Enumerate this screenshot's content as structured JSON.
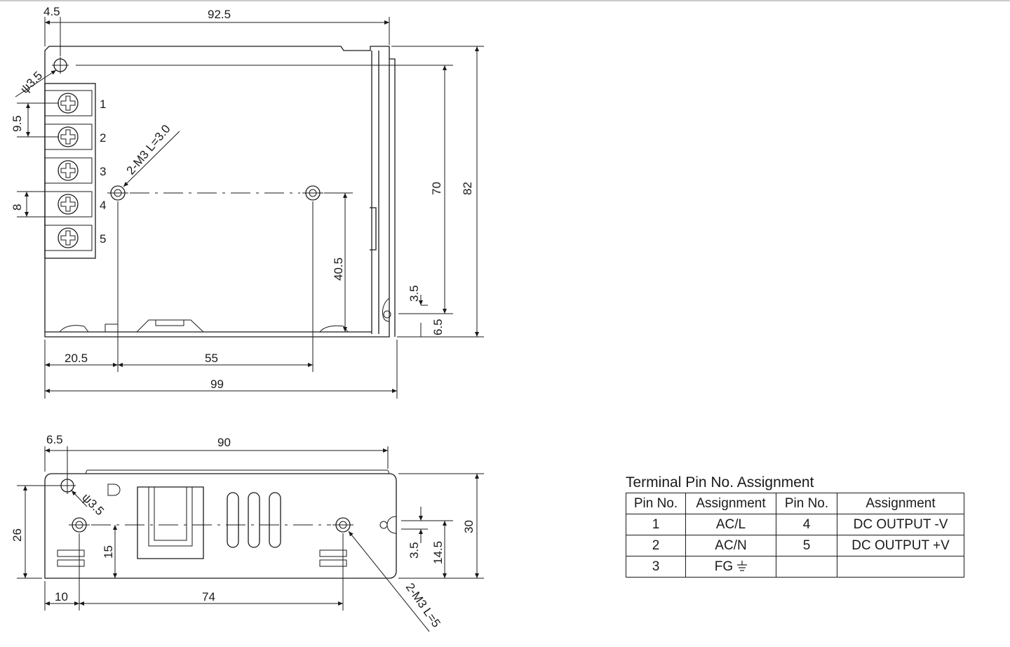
{
  "top_view": {
    "dims": {
      "left_offset": "4.5",
      "width_top": "92.5",
      "hole_dia": "ψ3.5",
      "pitch": "9.5",
      "terminal_h": "8",
      "screw_label": "2-M3 L=3.0",
      "height_mount": "70",
      "height_total": "82",
      "mount_h": "40.5",
      "right_small_a": "3.5",
      "right_small_b": "6.5",
      "left_mount": "20.5",
      "mount_span": "55",
      "total_width": "99"
    },
    "terminals": [
      "1",
      "2",
      "3",
      "4",
      "5"
    ]
  },
  "side_view": {
    "dims": {
      "left_offset": "6.5",
      "width_top": "90",
      "hole_dia": "ψ3.5",
      "height_left": "26",
      "mount_h": "15",
      "right_small": "3.5",
      "right_mid": "14.5",
      "height_total": "30",
      "left_mount": "10",
      "mount_span": "74",
      "screw_label": "2-M3 L=5"
    }
  },
  "pin_table": {
    "title": "Terminal Pin No.  Assignment",
    "headers": [
      "Pin No.",
      "Assignment",
      "Pin No.",
      "Assignment"
    ],
    "rows": [
      [
        "1",
        "AC/L",
        "4",
        "DC OUTPUT -V"
      ],
      [
        "2",
        "AC/N",
        "5",
        "DC OUTPUT +V"
      ],
      [
        "3",
        "FG",
        "",
        ""
      ]
    ],
    "fg_icon": "ground-icon"
  }
}
